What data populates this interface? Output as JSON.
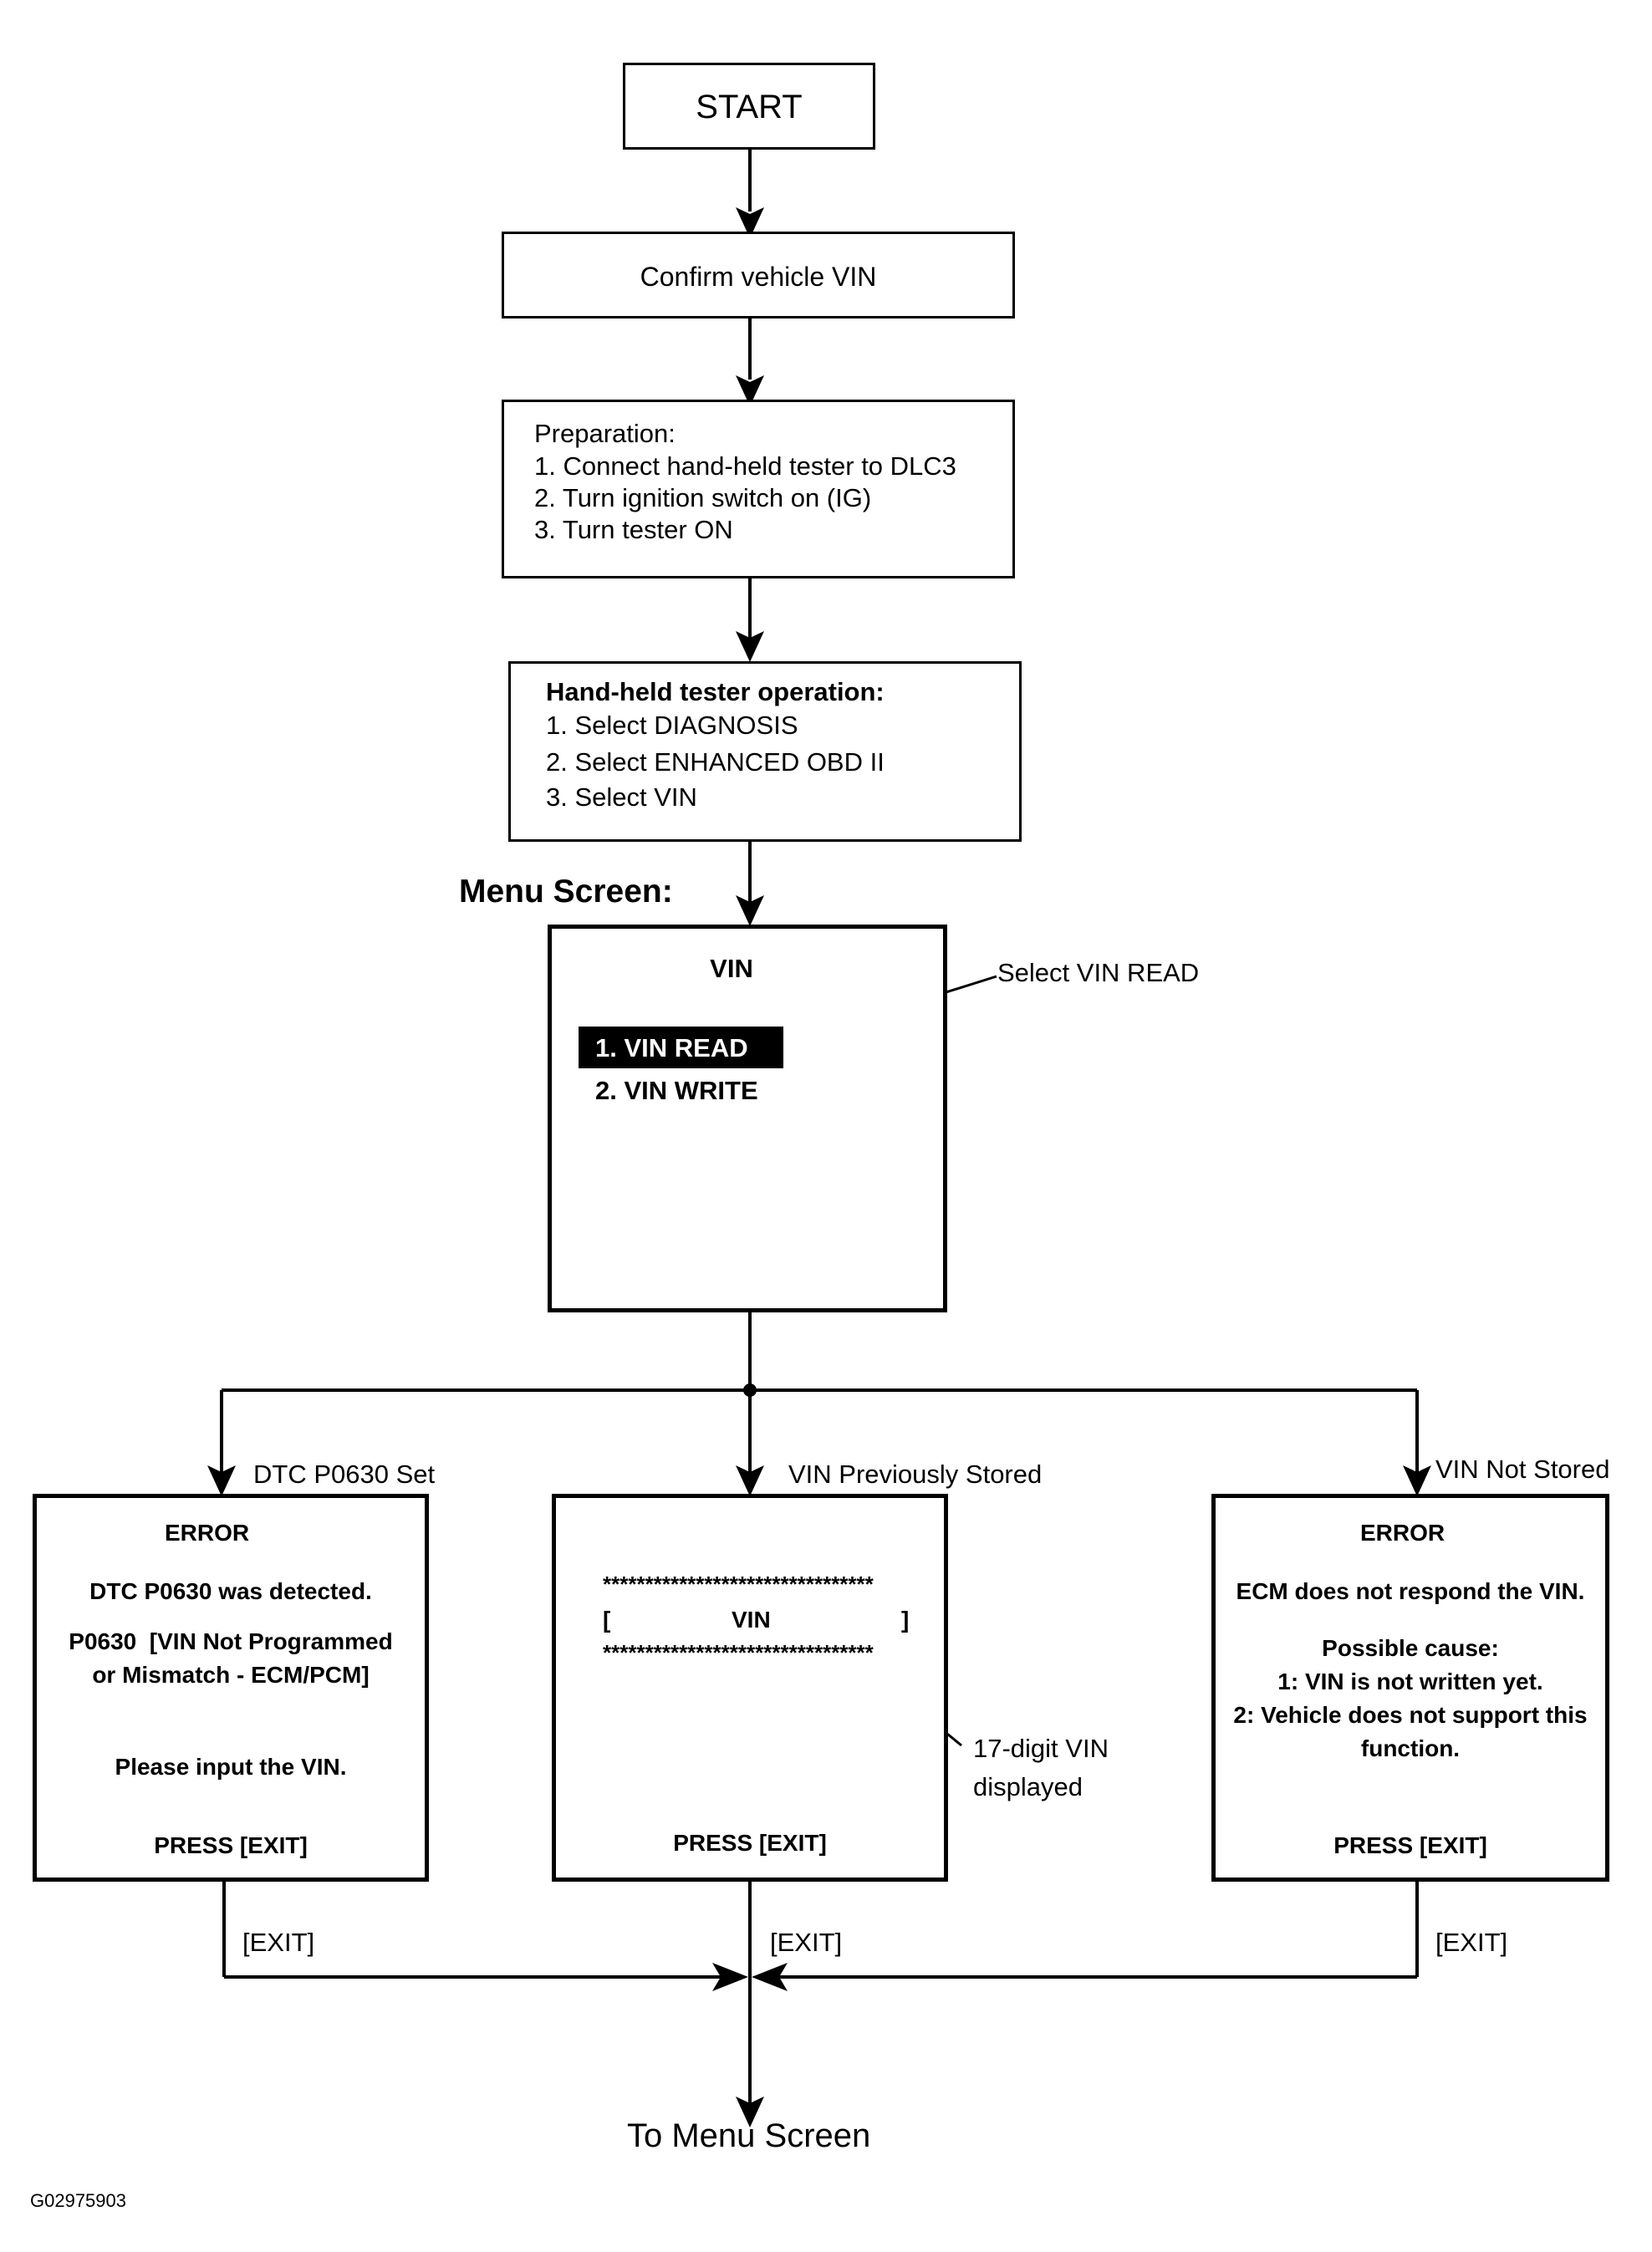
{
  "start": {
    "label": "START"
  },
  "confirm": {
    "label": "Confirm vehicle VIN"
  },
  "preparation": {
    "heading": "Preparation:",
    "steps": [
      "1. Connect hand-held tester to DLC3",
      "2. Turn ignition switch on (IG)",
      "3. Turn tester ON"
    ]
  },
  "tester_op": {
    "heading": "Hand-held tester operation:",
    "steps": [
      "1. Select DIAGNOSIS",
      "2. Select ENHANCED OBD II",
      "3. Select VIN"
    ]
  },
  "menu": {
    "label": "Menu Screen:",
    "screen_title": "VIN",
    "items": [
      "1. VIN READ",
      "2. VIN WRITE"
    ],
    "callout": "Select VIN READ"
  },
  "branches": {
    "left": {
      "condition": "DTC P0630 Set",
      "title": "ERROR",
      "line1": "DTC P0630 was detected.",
      "line2": "P0630  [VIN Not Programmed",
      "line3": "or Mismatch - ECM/PCM]",
      "line4": "Please input the VIN.",
      "press": "PRESS [EXIT]",
      "exit": "[EXIT]"
    },
    "center": {
      "condition": "VIN Previously Stored",
      "stars": "********************************",
      "bracket_open": "[",
      "vin": "VIN",
      "bracket_close": "]",
      "callout1": "17-digit VIN",
      "callout2": "displayed",
      "press": "PRESS [EXIT]",
      "exit": "[EXIT]"
    },
    "right": {
      "condition": "VIN Not Stored",
      "title": "ERROR",
      "line1": "ECM does not respond the VIN.",
      "line2": "Possible cause:",
      "line3": "1: VIN is not written yet.",
      "line4": "2: Vehicle does not support this",
      "line5": "function.",
      "press": "PRESS [EXIT]",
      "exit": "[EXIT]"
    }
  },
  "end": {
    "label": "To Menu Screen"
  },
  "figure_id": "G02975903"
}
